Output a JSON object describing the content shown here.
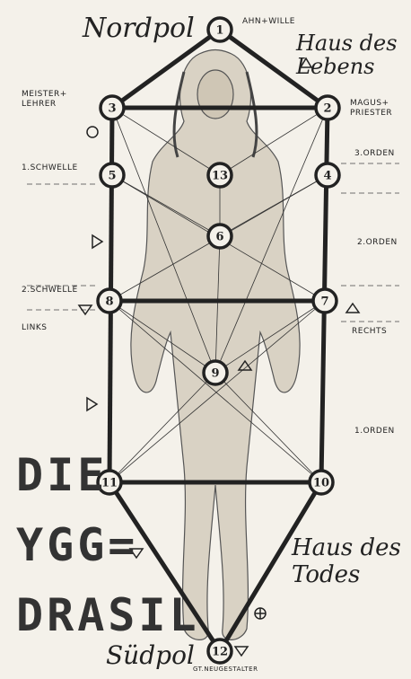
{
  "titles": {
    "north_pole": "Nordpol",
    "south_pole": "Südpol",
    "house_of_life": "Haus des\nLebens",
    "house_of_death": "Haus des\nTodes",
    "rune_title": "DIE\nYGG=\nDRASIL"
  },
  "labels": {
    "ahn_wille": "AHN+WILLE",
    "meister_lehrer": "MEISTER+\nLEHRER",
    "magus_priester": "MAGUS+\nPRIESTER",
    "third_order": "3.ORDEN",
    "first_threshold": "1.SCHWELLE",
    "second_order": "2.ORDEN",
    "second_threshold": "2.SCHWELLE",
    "left": "LINKS",
    "right": "RECHTS",
    "first_order": "1.ORDEN",
    "south_caption": "GT.NEUGESTALTER"
  },
  "nodes": [
    {
      "id": "node-1",
      "number": "1"
    },
    {
      "id": "node-2",
      "number": "2"
    },
    {
      "id": "node-3",
      "number": "3"
    },
    {
      "id": "node-4",
      "number": "4"
    },
    {
      "id": "node-5",
      "number": "5"
    },
    {
      "id": "node-6",
      "number": "6"
    },
    {
      "id": "node-7",
      "number": "7"
    },
    {
      "id": "node-8",
      "number": "8"
    },
    {
      "id": "node-9",
      "number": "9"
    },
    {
      "id": "node-10",
      "number": "10"
    },
    {
      "id": "node-11",
      "number": "11"
    },
    {
      "id": "node-12",
      "number": "12"
    },
    {
      "id": "node-13",
      "number": "13"
    }
  ]
}
